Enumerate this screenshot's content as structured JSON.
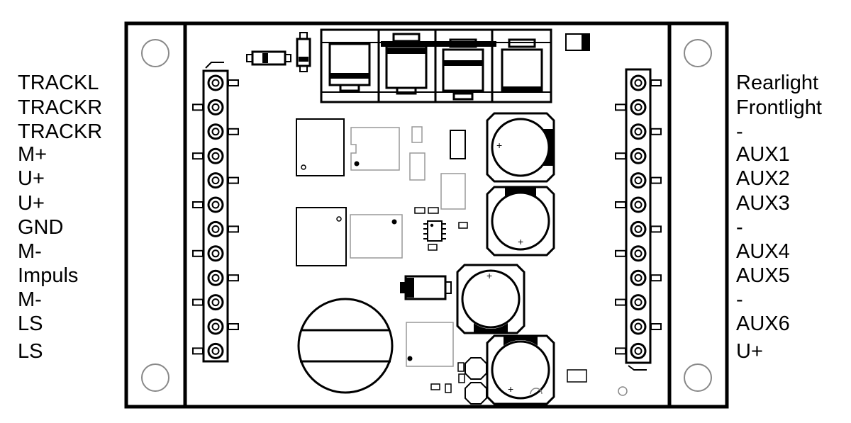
{
  "left_pins": [
    "TRACKL",
    "TRACKR",
    "TRACKR",
    "M+",
    "U+",
    "U+",
    "GND",
    "M-",
    "Impuls",
    "M-",
    "LS",
    "LS"
  ],
  "right_pins": [
    "Rearlight",
    "Frontlight",
    "-",
    "AUX1",
    "AUX2",
    "AUX3",
    "-",
    "AUX4",
    "AUX5",
    "-",
    "AUX6",
    "U+"
  ],
  "polarity_mark": "+",
  "colors": {
    "line": "#000000",
    "light_line": "#999999",
    "background": "#ffffff"
  }
}
